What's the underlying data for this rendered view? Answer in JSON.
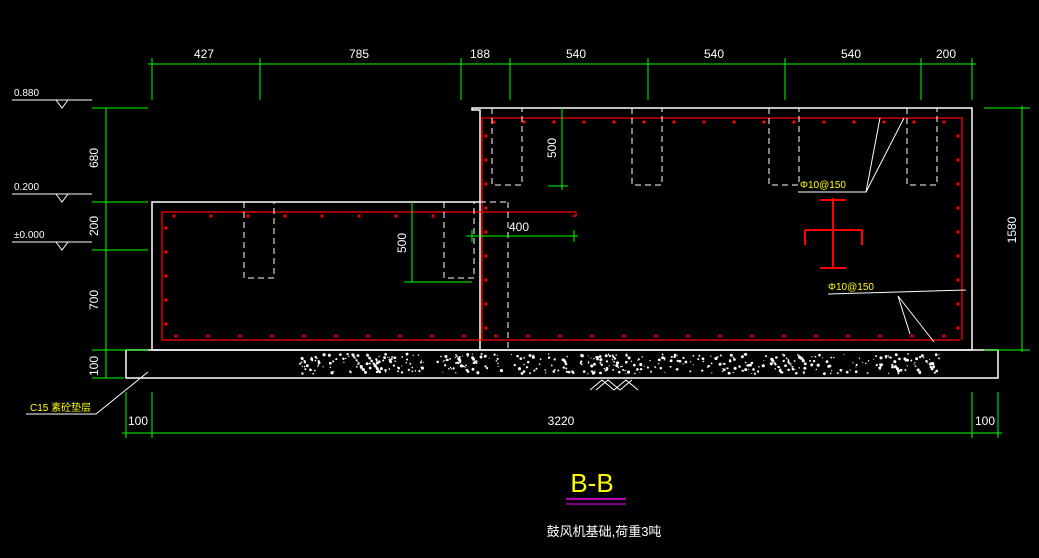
{
  "drawing": {
    "top_dimensions": [
      "427",
      "785",
      "188",
      "540",
      "540",
      "540",
      "200"
    ],
    "left_dimensions": [
      "680",
      "200",
      "700",
      "100"
    ],
    "right_dimension": "1580",
    "bottom_dimensions": [
      "100",
      "3220",
      "100"
    ],
    "elevations": [
      "0.880",
      "0.200",
      "±0.000"
    ],
    "pocket_depth_left": "500",
    "pocket_depth_right": "500",
    "step_offset": "400",
    "rebar_label_upper": "Φ10@150",
    "rebar_label_lower": "Φ10@150",
    "base_label": "C15 素砼垫层",
    "section_title": "B-B",
    "caption": "鼓风机基础,荷重3吨"
  },
  "colors": {
    "background": "#000000",
    "outline": "#ffffff",
    "dimension": "#00ff00",
    "rebar": "#ff0000",
    "rebar_label": "#ffff00",
    "title": "#ffff00",
    "underline": "#ff00ff"
  }
}
